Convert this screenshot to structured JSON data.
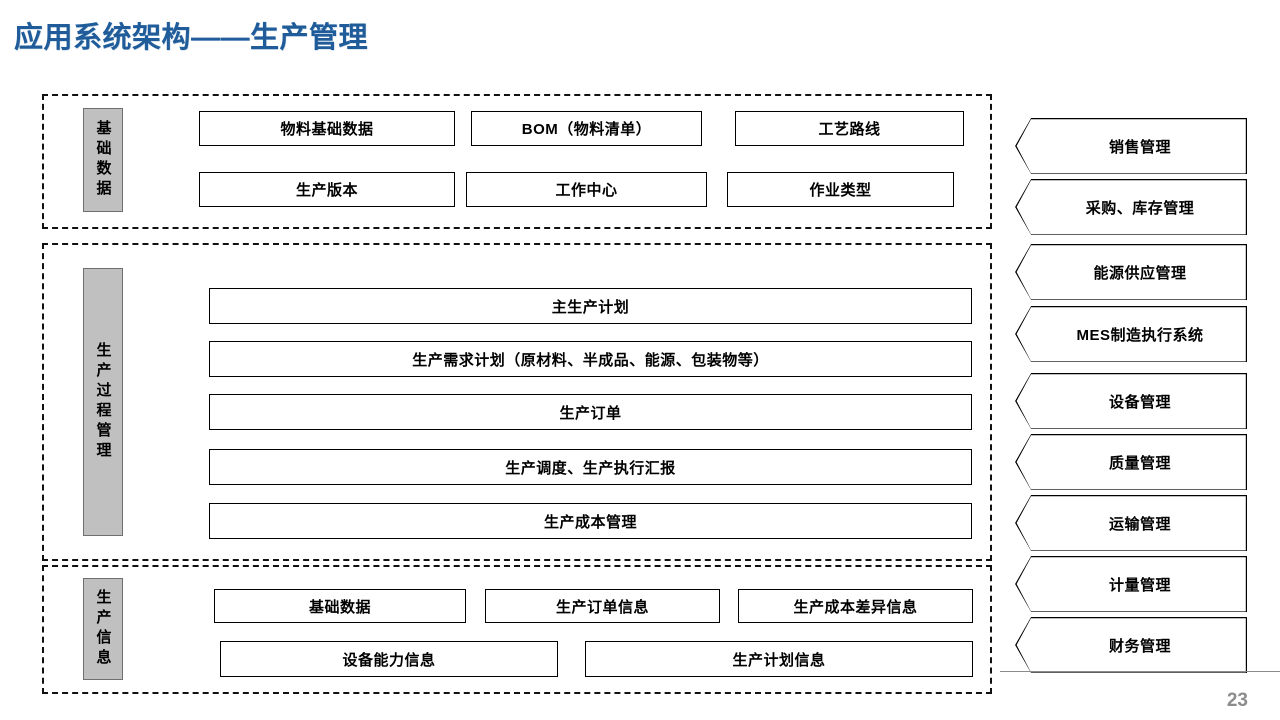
{
  "slide": {
    "title": "应用系统架构——生产管理",
    "page_number": "23",
    "title_color": "#1F5C99",
    "category_fill_color": "#C0C0C0",
    "page_number_color": "#8C8C8C"
  },
  "sections": [
    {
      "id": "basic-data",
      "label": "基础数据",
      "boxes": [
        "物料基础数据",
        "BOM（物料清单）",
        "工艺路线",
        "生产版本",
        "工作中心",
        "作业类型"
      ]
    },
    {
      "id": "process-management",
      "label": "生产过程管理",
      "boxes": [
        "主生产计划",
        "生产需求计划（原材料、半成品、能源、包装物等）",
        "生产订单",
        "生产调度、生产执行汇报",
        "生产成本管理"
      ]
    },
    {
      "id": "production-info",
      "label": "生产信息",
      "boxes": [
        "基础数据",
        "生产订单信息",
        "生产成本差异信息",
        "设备能力信息",
        "生产计划信息"
      ]
    }
  ],
  "chevrons": [
    "销售管理",
    "采购、库存管理",
    "能源供应管理",
    "MES制造执行系统",
    "设备管理",
    "质量管理",
    "运输管理",
    "计量管理",
    "财务管理"
  ]
}
